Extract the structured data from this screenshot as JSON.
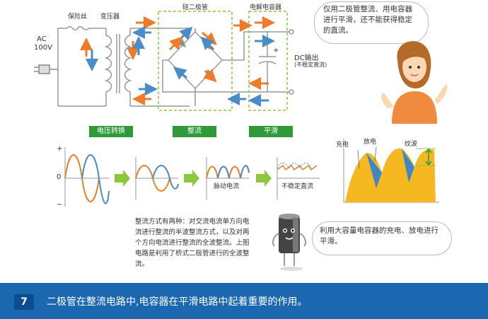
{
  "circuit": {
    "fuse_label": "保险丝",
    "transformer_label": "变压器",
    "diode_label": "硅二极管",
    "capacitor_label": "电解电容器",
    "ac_label": "AC",
    "voltage_label": "100V",
    "dc_label": "DC输出",
    "dc_sub_label": "(不稳定直流)",
    "plus_sign": "+"
  },
  "stages": [
    "电压转换",
    "整流",
    "平滑"
  ],
  "waveforms": {
    "axis_plus": "+",
    "axis_zero": "0",
    "axis_minus": "−",
    "pulsating_label": "脉动电流",
    "unstable_label": "不稳定直流"
  },
  "charge_chart": {
    "charge_label": "充电",
    "discharge_label": "放电",
    "ripple_label": "纹波"
  },
  "speech_top": "仅用二极管整流、用电容器进行平滑，还不能获得稳定的直流。",
  "speech_bottom": "利用大容量电容器的充电、放电进行平滑。",
  "note_text": "整流方式有两种：对交流电流单方向电流进行整流的半波整流方式，以及对两个方向电流进行整流的全波整流。上图电路是利用了桥式二极管进行的全波整流。",
  "footer": {
    "number": "7",
    "text": "二极管在整流电路中,电容器在平滑电路中起着重要的作用。"
  },
  "colors": {
    "stage_green": "#2e9a3a",
    "arrow_orange": "#f07a2a",
    "arrow_blue": "#4a8cc7",
    "dashed_box": "#8dc63f",
    "footer_blue": "#1b67b0",
    "wave_orange": "#e8822f",
    "wave_blue": "#4a8cc7",
    "fill_yellow": "#f5b820",
    "fill_blue": "#3f86c6"
  }
}
